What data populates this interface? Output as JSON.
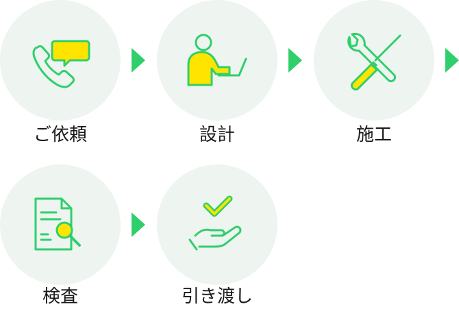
{
  "steps": [
    {
      "label": "ご依頼",
      "icon": "phone-chat-icon"
    },
    {
      "label": "設計",
      "icon": "person-laptop-icon"
    },
    {
      "label": "施工",
      "icon": "tools-icon"
    },
    {
      "label": "検査",
      "icon": "document-search-icon"
    },
    {
      "label": "引き渡し",
      "icon": "hand-check-icon"
    }
  ],
  "colors": {
    "accent_green": "#2fcf6c",
    "icon_yellow": "#ffe400",
    "circle_bg": "#eef4ef",
    "text": "#1a1a1a"
  }
}
